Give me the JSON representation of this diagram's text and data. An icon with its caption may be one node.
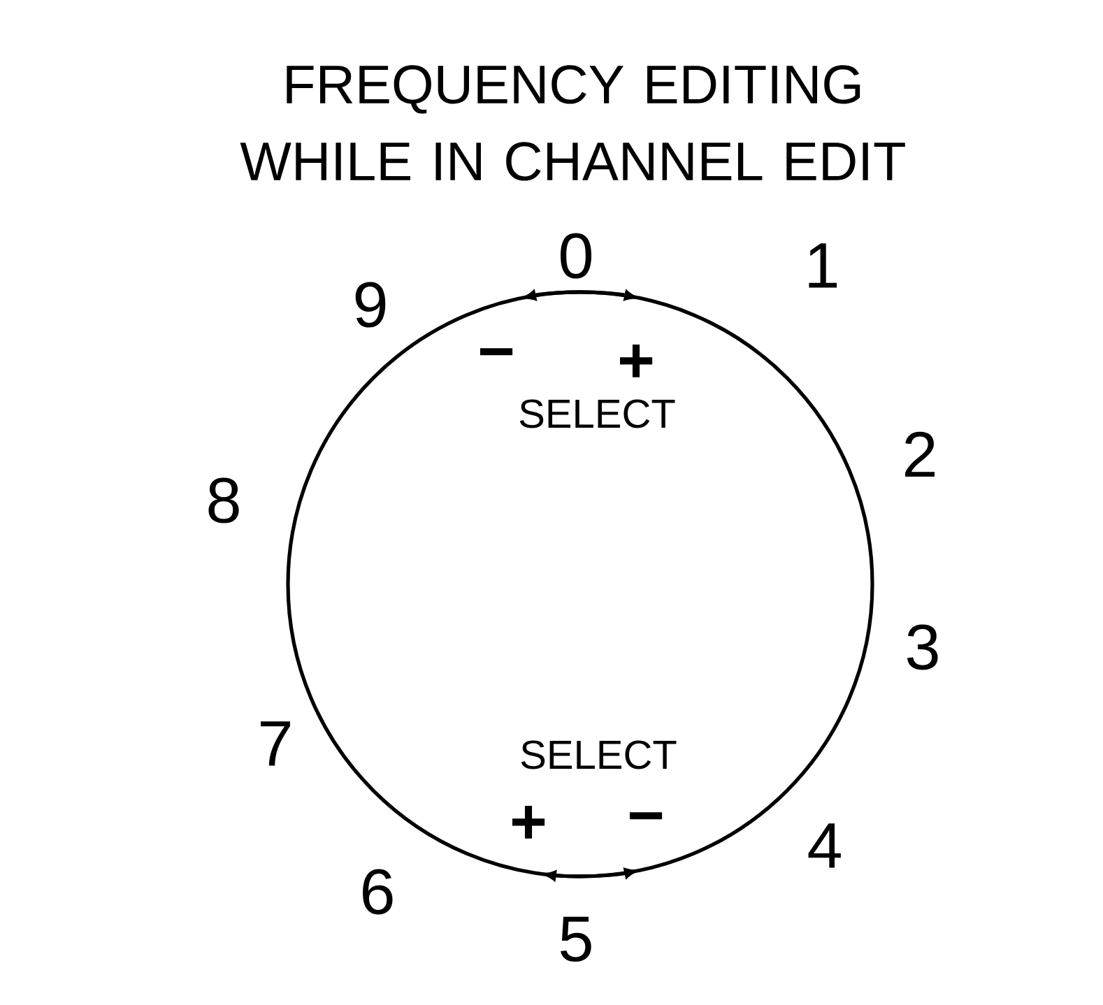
{
  "diagram": {
    "title": "FREQUENCY EDITING WHILE IN CHANNEL EDIT",
    "labels": [
      "0",
      "9",
      "1",
      "−",
      "+",
      "SELECT",
      "2",
      "8",
      "3",
      "7",
      "SELECT",
      "+",
      "−",
      "4",
      "6",
      "5"
    ]
  }
}
